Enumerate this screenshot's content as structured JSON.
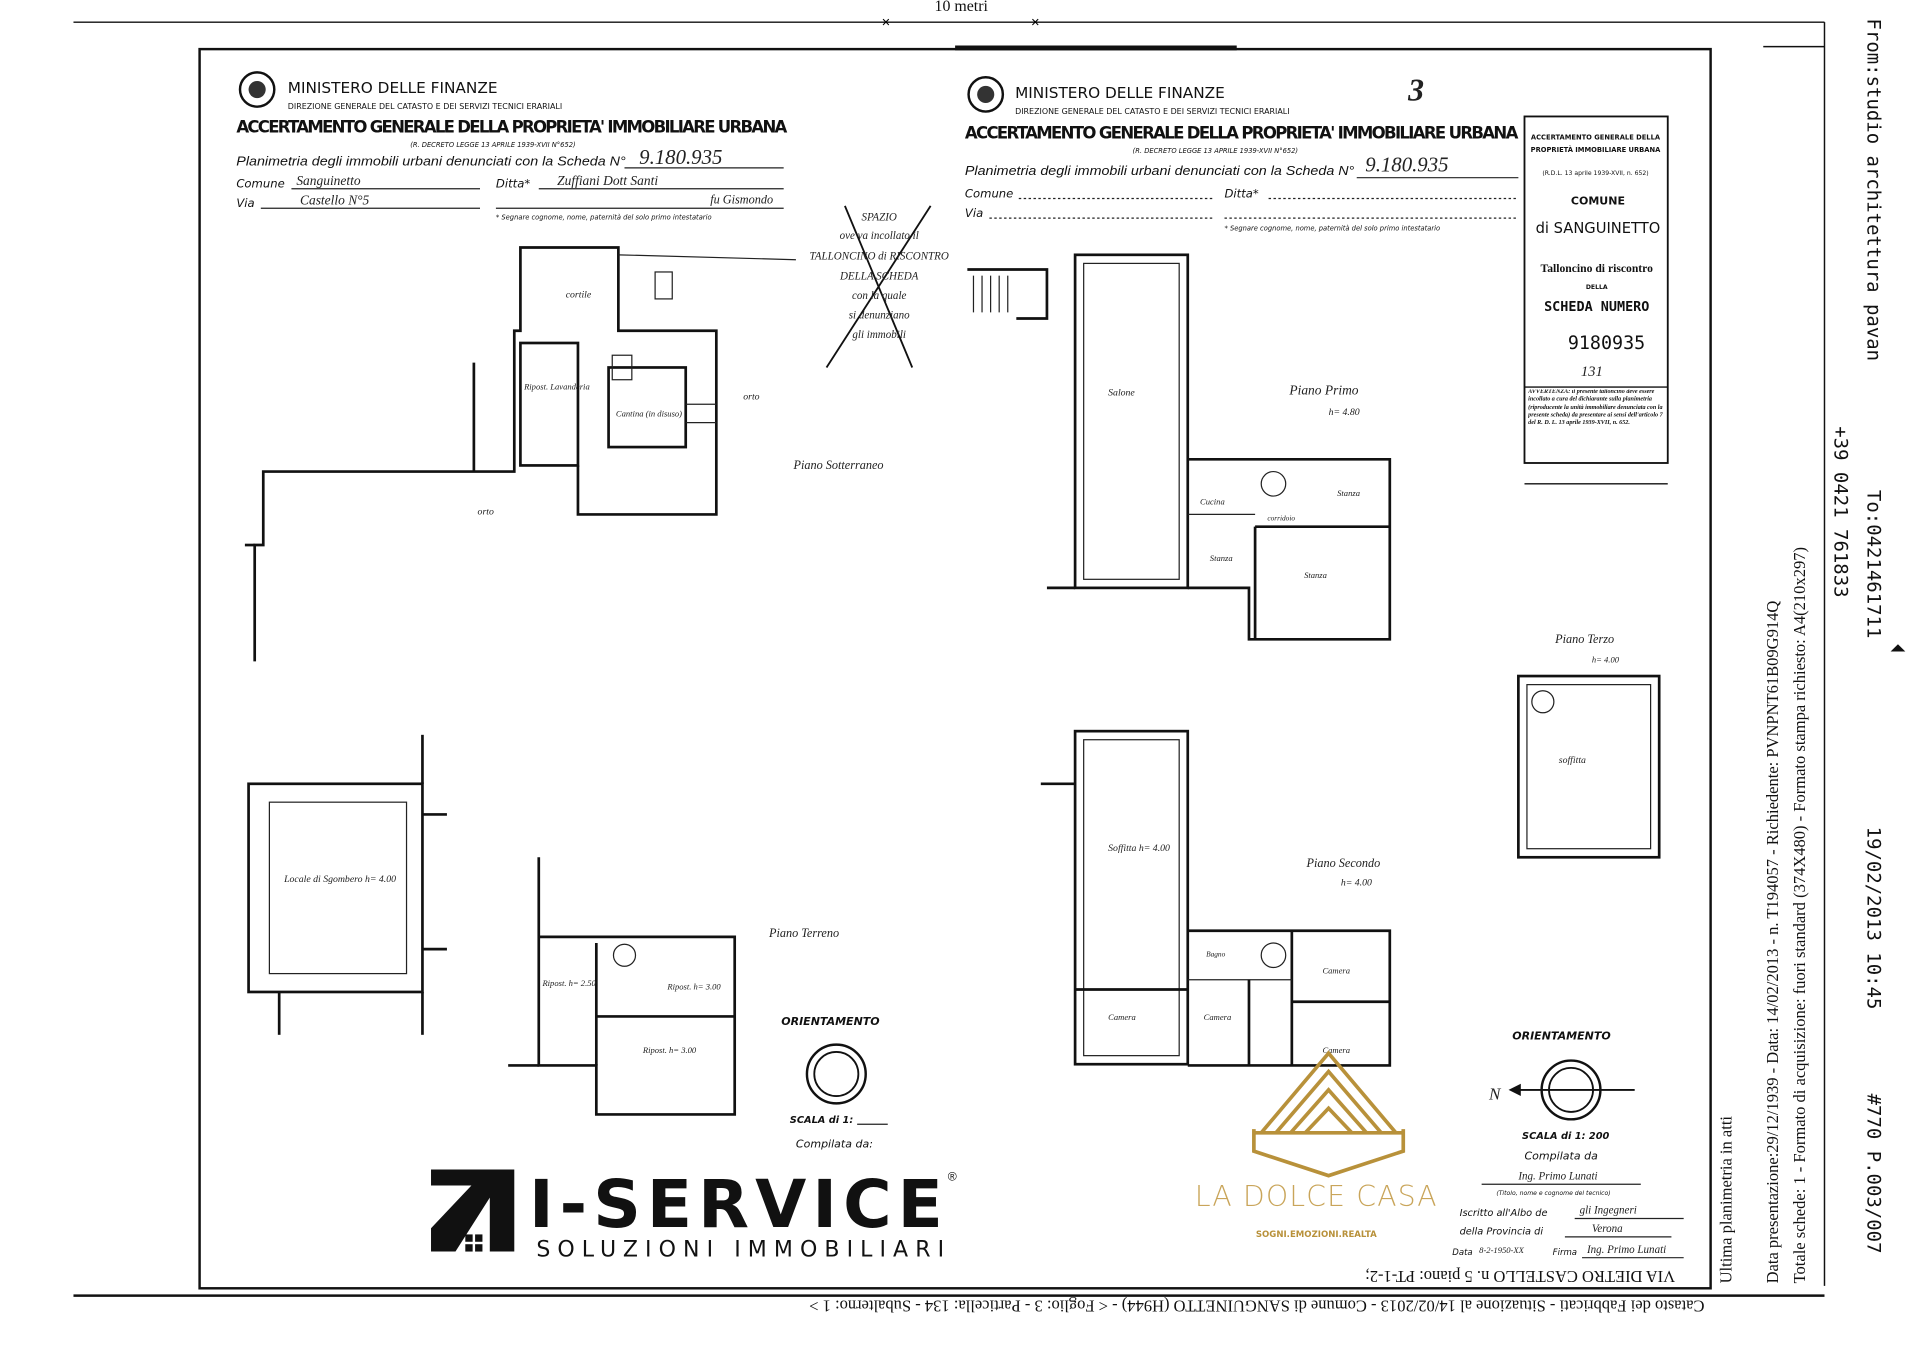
{
  "scale_bar": "10 metri",
  "left_form": {
    "ministry": "MINISTERO DELLE FINANZE",
    "direction": "DIREZIONE GENERALE DEL CATASTO E DEI SERVIZI TECNICI ERARIALI",
    "title": "ACCERTAMENTO GENERALE DELLA PROPRIETA' IMMOBILIARE URBANA",
    "decree": "(R. DECRETO LEGGE 13 APRILE 1939-XVII N°652)",
    "planimetria_label": "Planimetria degli immobili urbani denunciati con la Scheda N°",
    "scheda_number": "9.180.935",
    "comune_label": "Comune",
    "comune_value": "Sanguinetto",
    "ditta_label": "Ditta*",
    "ditta_value": "Zuffiani Dott Santi",
    "ditta_value2": "fu Gismondo",
    "via_label": "Via",
    "via_value": "Castello N°5",
    "footnote": "* Segnare cognome, nome, paternità del solo primo intestatario"
  },
  "right_form": {
    "ministry": "MINISTERO DELLE FINANZE",
    "direction": "DIREZIONE GENERALE DEL CATASTO E DEI SERVIZI TECNICI ERARIALI",
    "title": "ACCERTAMENTO GENERALE DELLA PROPRIETA' IMMOBILIARE URBANA",
    "decree": "(R. DECRETO LEGGE 13 APRILE 1939-XVII N°652)",
    "planimetria_label": "Planimetria degli immobili urbani denunciati con la Scheda N°",
    "scheda_number": "9.180.935",
    "comune_label": "Comune",
    "ditta_label": "Ditta*",
    "via_label": "Via",
    "footnote": "* Segnare cognome, nome, paternità del solo primo intestatario",
    "page_mark": "3"
  },
  "spazio_box": [
    "SPAZIO",
    "ove va incollato il",
    "TALLONCINO di RISCONTRO",
    "DELLA SCHEDA",
    "con la quale",
    "si denunziano",
    "gli immobili"
  ],
  "stamp": {
    "line1": "ACCERTAMENTO GENERALE DELLA",
    "line2": "PROPRIETÀ IMMOBILIARE URBANA",
    "decree": "(R.D.L. 13 aprile 1939-XVII, n. 652)",
    "comune": "COMUNE",
    "comune_name": "di SANGUINETTO",
    "talloncino": "Talloncino di riscontro",
    "della": "DELLA",
    "scheda_numero": "SCHEDA NUMERO",
    "number": "9180935",
    "handwritten": "131",
    "avvertenza": "AVVERTENZA: il presente talloncino deve essere incollato a cura del dichiarante sulla planimetria (riproducente la unità immobiliare denunciata con la presente scheda) da presentare ai sensi dell'articolo 7 del R. D. L. 13 aprile 1939-XVII, n. 652."
  },
  "plans": {
    "sotterraneo": "Piano Sotterraneo",
    "cortile": "cortile",
    "ripost_lavanderia": "Ripost. Lavanderia",
    "cantina": "Cantina (in disuso)",
    "orto1": "orto",
    "orto2": "orto",
    "primo": "Piano Primo",
    "primo_h": "h= 4.80",
    "salone": "Salone",
    "cucina": "Cucina",
    "corridoio": "corridoio",
    "stanza_a": "Stanza",
    "stanza_b": "Stanza",
    "stanza_c": "Stanza",
    "terzo": "Piano Terzo",
    "terzo_h": "h= 4.00",
    "soffitta_terzo": "soffitta",
    "secondo": "Piano Secondo",
    "secondo_h": "h= 4.00",
    "soffitta_secondo": "Soffitta h= 4.00",
    "bagno": "Bagno",
    "camera1": "Camera",
    "camera2": "Camera",
    "camera3": "Camera",
    "camera4": "Camera",
    "terreno": "Piano Terreno",
    "locale_sgombero": "Locale di Sgombero h= 4.00",
    "ripost1": "Ripost. h= 2.50",
    "ripost2": "Ripost. h= 3.00",
    "ripost3": "Ripost. h= 3.00"
  },
  "left_footer": {
    "orientamento": "ORIENTAMENTO",
    "scala": "SCALA di 1:",
    "compilata": "Compilata da:"
  },
  "right_footer": {
    "orientamento": "ORIENTAMENTO",
    "north": "N",
    "scala": "SCALA di 1: 200",
    "compilata": "Compilata da",
    "compilata_value": "Ing. Primo Lunati",
    "titolo_note": "(Titolo, nome e cognome del tecnico)",
    "albo": "Iscritto all'Albo de",
    "albo_value": "gli Ingegneri",
    "provincia": "della Provincia di",
    "provincia_value": "Verona",
    "data": "Data",
    "data_value": "8-2-1950-XX",
    "firma": "Firma",
    "firma_value": "Ing. Primo Lunati"
  },
  "fax": {
    "from": "From:studio architettura pavan",
    "phone": "+39 0421 761833",
    "to": "To:0421461711",
    "datetime": "19/02/2013 10:45",
    "page": "#770 P.003/007"
  },
  "catasto": {
    "line1": "Ultima planimetria in atti",
    "line2": "Data presentazione:29/12/1939 - Data: 14/02/2013 - n. T194057 - Richiedente: PVNPNT61B09G914Q",
    "line3": "Totale schede: 1 - Formato di acquisizione: fuori standard (374X480) - Formato stampa richiesto: A4(210x297)",
    "bottom1": "VIA DIETRO CASTELLO n. 5 piano: PT-1-2;",
    "bottom2": "Catasto dei Fabbricati - Situazione al 14/02/2013 - Comune di SANGUINETTO (H944) - < Foglio: 3 - Particella: 134 - Subalterno: 1 >"
  },
  "watermarks": {
    "iservice": "I-SERVICE",
    "iservice_reg": "®",
    "iservice_sub": "SOLUZIONI IMMOBILIARI",
    "dolce": "LA DOLCE CASA",
    "dolce_sub": "SOGNI.EMOZIONI.REALTA"
  },
  "colors": {
    "gold": "#b8913a",
    "ink": "#111111"
  }
}
